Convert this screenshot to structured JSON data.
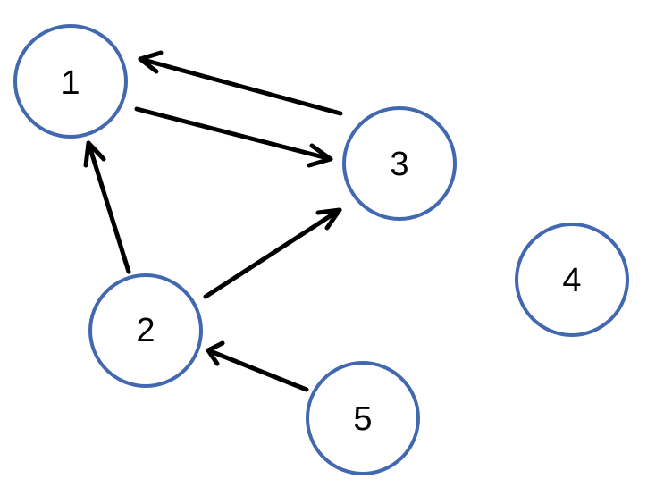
{
  "graph": {
    "nodes": [
      {
        "id": "1",
        "label": "1"
      },
      {
        "id": "2",
        "label": "2"
      },
      {
        "id": "3",
        "label": "3"
      },
      {
        "id": "4",
        "label": "4"
      },
      {
        "id": "5",
        "label": "5"
      }
    ],
    "edges": [
      {
        "from": "3",
        "to": "1"
      },
      {
        "from": "1",
        "to": "3"
      },
      {
        "from": "2",
        "to": "1"
      },
      {
        "from": "2",
        "to": "3"
      },
      {
        "from": "5",
        "to": "2"
      }
    ],
    "colors": {
      "node_stroke": "#4268b0",
      "node_fill": "#ffffff",
      "edge": "#000000",
      "label": "#000000"
    }
  }
}
